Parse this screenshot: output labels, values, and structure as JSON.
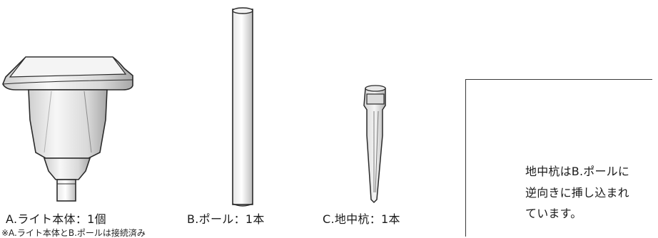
{
  "parts": [
    {
      "label": "A.ライト本体：1個"
    },
    {
      "label": "B.ポール：1本"
    },
    {
      "label": "C.地中杭：1本"
    }
  ],
  "note": "※A.ライト本体とB.ポールは接続済み",
  "callout": {
    "lines": [
      "地中杭はB.ポールに",
      "逆向きに挿し込まれ",
      "ています。"
    ]
  },
  "colors": {
    "outline": "#2a2a2a",
    "shade": "#9e9e9e",
    "border": "#3a3a3a"
  }
}
